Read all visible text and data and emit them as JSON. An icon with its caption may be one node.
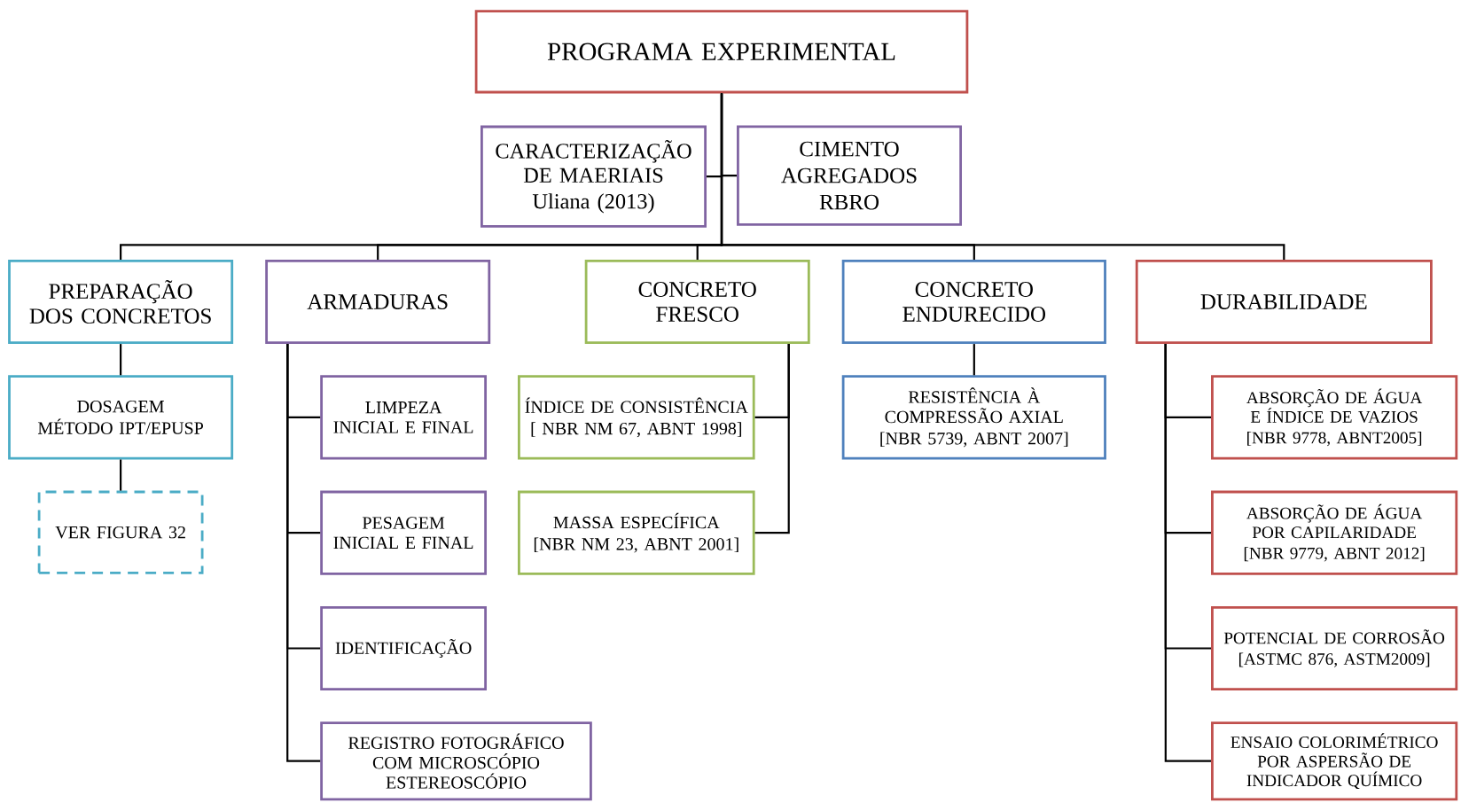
{
  "diagram": {
    "nodes": [
      {
        "text": [
          "PROGRAMA EXPERIMENTAL"
        ]
      },
      {
        "text": [
          "CARACTERIZAÇÃO DE MAERIAIS",
          "Uliana (2013)"
        ]
      },
      {
        "text": [
          "CIMENTO",
          "AGREGADOS",
          "RBRO"
        ]
      },
      {
        "text": [
          "PREPARAÇÃO DOS CONCRETOS"
        ]
      },
      {
        "text": [
          "ARMADURAS"
        ]
      },
      {
        "text": [
          "CONCRETO FRESCO"
        ]
      },
      {
        "text": [
          "CONCRETO ENDURECIDO"
        ]
      },
      {
        "text": [
          "DURABILIDADE"
        ]
      },
      {
        "text": [
          "DOSAGEM",
          "MÉTODO IPT/EPUSP"
        ]
      },
      {
        "text": [
          "VER FIGURA 32"
        ]
      },
      {
        "text": [
          "LIMPEZA INICIAL E FINAL"
        ]
      },
      {
        "text": [
          "PESAGEM INICIAL E FINAL"
        ]
      },
      {
        "text": [
          "IDENTIFICAÇÃO"
        ]
      },
      {
        "text": [
          "REGISTRO FOTOGRÁFICO COM MICROSCÓPIO ESTEREOSCÓPIO"
        ]
      },
      {
        "text": [
          "ÍNDICE DE CONSISTÊNCIA",
          "[ NBR NM 67, ABNT 1998]"
        ]
      },
      {
        "text": [
          "MASSA ESPECÍFICA",
          "[NBR NM  23, ABNT 2001]"
        ]
      },
      {
        "text": [
          "RESISTÊNCIA À COMPRESSÃO  AXIAL",
          "[NBR 5739, ABNT  2007]"
        ]
      },
      {
        "text": [
          "ABSORÇÃO DE ÁGUA E ÍNDICE DE VAZIOS",
          "[NBR 9778, ABNT2005]"
        ]
      },
      {
        "text": [
          "ABSORÇÃO DE ÁGUA POR CAPILARIDADE",
          "[NBR 9779, ABNT 2012]"
        ]
      },
      {
        "text": [
          "POTENCIAL DE CORROSÃO",
          "[ASTMC 876, ASTM2009]"
        ]
      },
      {
        "text": [
          "ENSAIO COLORIMÉTRICO POR ASPERSÃO DE INDICADOR QUÍMICO"
        ]
      }
    ],
    "edges": [
      {
        "from": 0,
        "to": 1,
        "arrow": "none"
      },
      {
        "from": 0,
        "to": 2,
        "arrow": "none"
      },
      {
        "from": 0,
        "to": 3,
        "arrow": "none"
      },
      {
        "from": 0,
        "to": 4,
        "arrow": "none"
      },
      {
        "from": 0,
        "to": 5,
        "arrow": "none"
      },
      {
        "from": 0,
        "to": 6,
        "arrow": "none"
      },
      {
        "from": 0,
        "to": 7,
        "arrow": "none"
      },
      {
        "from": 3,
        "to": 8,
        "arrow": "none"
      },
      {
        "from": 8,
        "to": 9,
        "arrow": "none"
      },
      {
        "from": 4,
        "to": 10,
        "arrow": "none"
      },
      {
        "from": 4,
        "to": 11,
        "arrow": "none"
      },
      {
        "from": 4,
        "to": 12,
        "arrow": "none"
      },
      {
        "from": 4,
        "to": 13,
        "arrow": "none"
      },
      {
        "from": 5,
        "to": 14,
        "arrow": "none"
      },
      {
        "from": 5,
        "to": 15,
        "arrow": "none"
      },
      {
        "from": 6,
        "to": 16,
        "arrow": "none"
      },
      {
        "from": 7,
        "to": 17,
        "arrow": "none"
      },
      {
        "from": 7,
        "to": 18,
        "arrow": "none"
      },
      {
        "from": 7,
        "to": 19,
        "arrow": "none"
      },
      {
        "from": 7,
        "to": 20,
        "arrow": "none"
      }
    ]
  }
}
